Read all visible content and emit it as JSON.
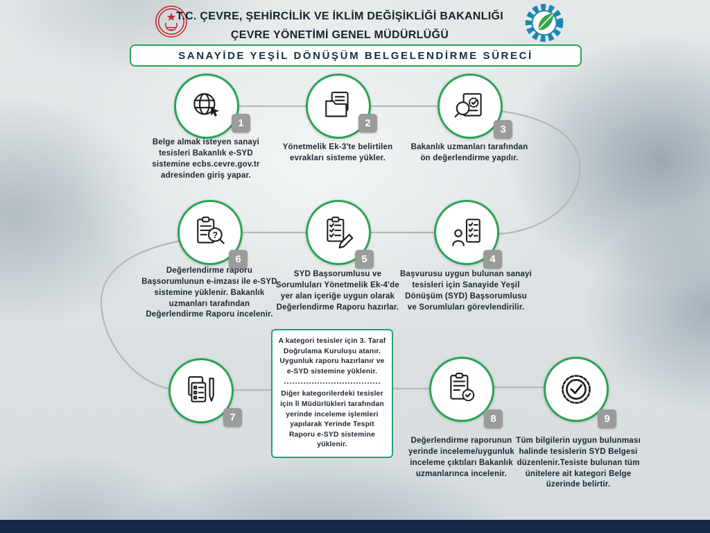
{
  "header": {
    "title_line1": "T.C. ÇEVRE, ŞEHİRCİLİK VE İKLİM DEĞİŞİKLİĞİ BAKANLIĞI",
    "title_line2": "ÇEVRE YÖNETİMİ GENEL MÜDÜRLÜĞÜ",
    "banner": "SANAYİDE YEŞİL DÖNÜŞÜM BELGELENDİRME SÜRECİ"
  },
  "steps": [
    {
      "number": "1",
      "icon": "globe-cursor-icon",
      "text": "Belge almak isteyen sanayi tesisleri Bakanlık e-SYD sistemine ecbs.cevre.gov.tr adresinden giriş yapar."
    },
    {
      "number": "2",
      "icon": "folder-document-icon",
      "text": "Yönetmelik Ek-3'te belirtilen evrakları sisteme yükler."
    },
    {
      "number": "3",
      "icon": "magnifier-document-icon",
      "text": "Bakanlık uzmanları tarafından ön değerlendirme yapılır."
    },
    {
      "number": "4",
      "icon": "person-checklist-icon",
      "text": "Başvurusu uygun bulunan sanayi tesisleri için Sanayide Yeşil Dönüşüm (SYD) Başsorumlusu ve Sorumluları görevlendirilir."
    },
    {
      "number": "5",
      "icon": "checklist-pen-icon",
      "text": "SYD Başsorumlusu ve Sorumluları Yönetmelik Ek-4'de yer alan içeriğe uygun olarak Değerlendirme Raporu hazırlar."
    },
    {
      "number": "6",
      "icon": "clipboard-magnifier-icon",
      "text": "Değerlendirme raporu Başsorumlunun e-imzası ile e-SYD sistemine yüklenir. Bakanlık uzmanları tarafından Değerlendirme Raporu incelenir."
    },
    {
      "number": "7",
      "icon": "documents-pen-icon",
      "text_top": "A kategori tesisler için 3. Taraf Doğrulama Kuruluşu atanır. Uygunluk raporu hazırlanır ve e-SYD sistemine yüklenir.",
      "text_bottom": "Diğer kategorilerdeki tesisler için İl Müdürlükleri tarafından yerinde inceleme işlemleri yapılarak Yerinde Tespit Raporu e-SYD sistemine yüklenir."
    },
    {
      "number": "8",
      "icon": "clipboard-badge-icon",
      "text": "Değerlendirme raporunun yerinde inceleme/uygunluk inceleme çıktıları Bakanlık uzmanlarınca incelenir."
    },
    {
      "number": "9",
      "icon": "seal-check-icon",
      "text": "Tüm bilgilerin uygun bulunması halinde tesislerin SYD Belgesi düzenlenir.Tesiste bulunan tüm ünitelere ait kategori Belge üzerinde belirtir."
    }
  ],
  "colors": {
    "accent_green": "#2aa352",
    "box_border_teal": "#24a07c",
    "badge_gray": "#9b9b9b",
    "text_navy": "#1c2630",
    "connector_gray": "#b4b9b7",
    "footer_navy": "#182848",
    "ministry_red": "#c1272d",
    "logo_blue": "#1b86b5",
    "leaf_green": "#3aa34d"
  }
}
